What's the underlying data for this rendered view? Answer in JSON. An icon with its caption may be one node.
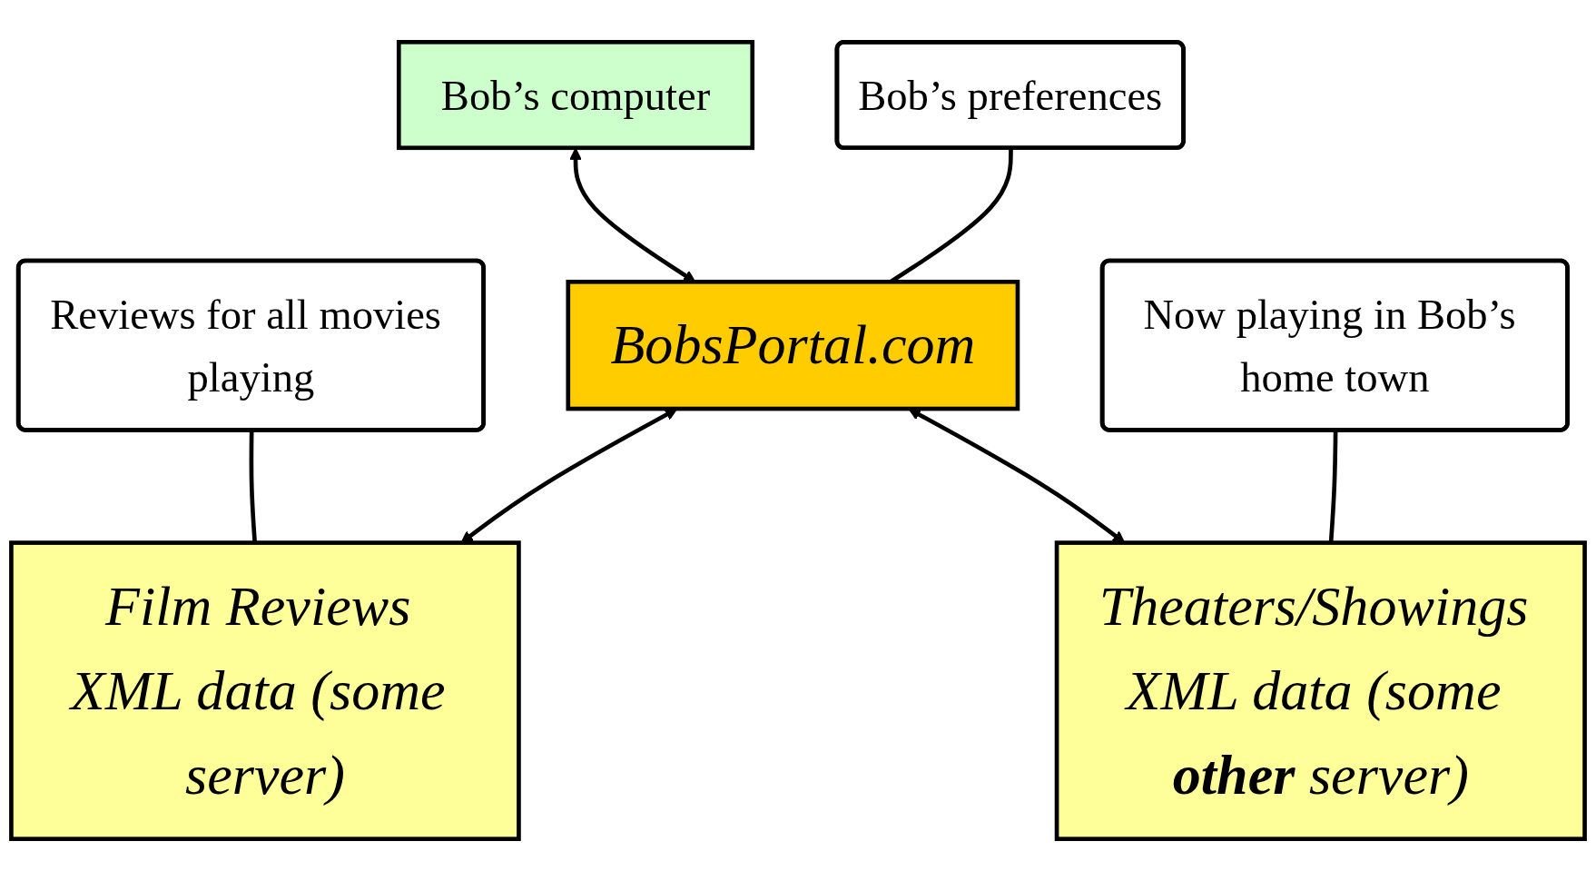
{
  "diagram": {
    "nodes": [
      {
        "text": [
          "Bob’s preferences"
        ]
      },
      {
        "text": [
          "Bob’s computer"
        ]
      },
      {
        "text": [
          "Reviews for all movies playing"
        ]
      },
      {
        "text": [
          "BobsPortal.com"
        ]
      },
      {
        "text": [
          "Now playing in Bob’s home town"
        ]
      },
      {
        "text": [
          "Film Reviews XML data (some server)"
        ]
      },
      {
        "text": [
          "Theaters/Showings XML data (some **other** server)"
        ]
      }
    ],
    "edges": [
      {
        "from": 3,
        "to": 1,
        "arrow": "both"
      },
      {
        "from": 0,
        "to": 3,
        "arrow": "none"
      },
      {
        "from": 3,
        "to": 5,
        "arrow": "both"
      },
      {
        "from": 3,
        "to": 6,
        "arrow": "both"
      },
      {
        "from": 2,
        "to": 5,
        "arrow": "none"
      },
      {
        "from": 4,
        "to": 6,
        "arrow": "none"
      }
    ]
  }
}
